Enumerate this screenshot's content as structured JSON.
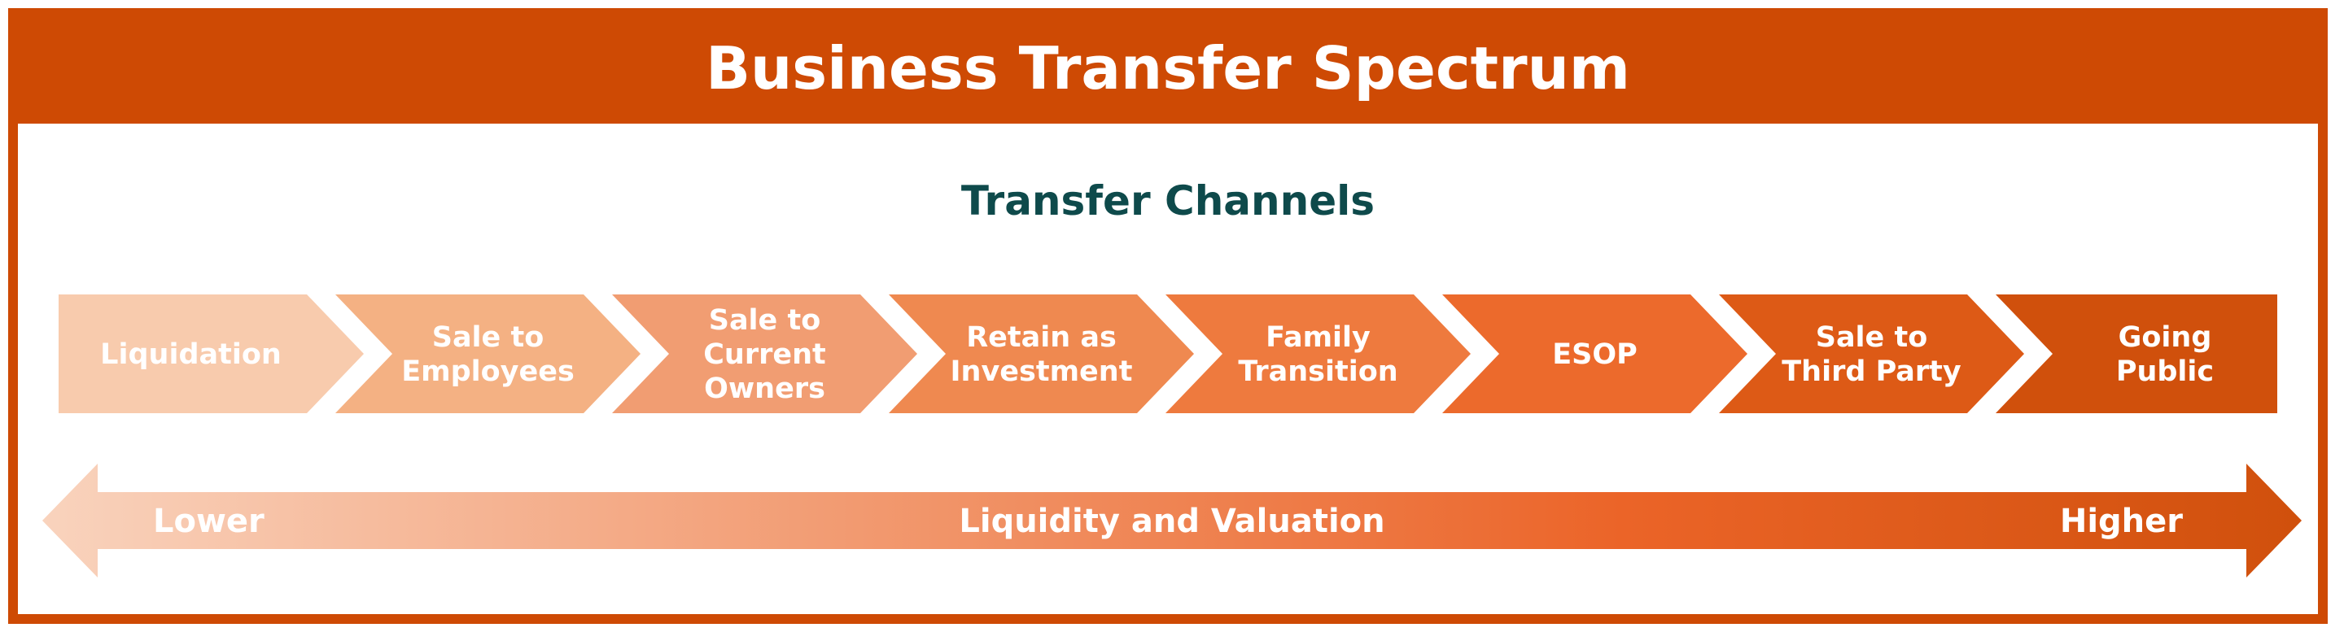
{
  "title": "Business Transfer Spectrum",
  "subtitle": "Transfer Channels",
  "colors": {
    "frame": "#CE4A04",
    "subtitle": "#0E4A4B",
    "text": "#FFFFFF",
    "gradient_start": "#F9D3BD",
    "gradient_mid": "#EB6428",
    "gradient_end": "#D0500C"
  },
  "channels": [
    {
      "lines": [
        "Liquidation"
      ],
      "color": "#F8CBAD"
    },
    {
      "lines": [
        "Sale to",
        "Employees"
      ],
      "color": "#F4B183"
    },
    {
      "lines": [
        "Sale to",
        "Current",
        "Owners"
      ],
      "color": "#F19D72"
    },
    {
      "lines": [
        "Retain as",
        "Investment"
      ],
      "color": "#EF8950"
    },
    {
      "lines": [
        "Family",
        "Transition"
      ],
      "color": "#EE7A3E"
    },
    {
      "lines": [
        "ESOP"
      ],
      "color": "#EC6A2C"
    },
    {
      "lines": [
        "Sale to",
        "Third Party"
      ],
      "color": "#DD5A16"
    },
    {
      "lines": [
        "Going",
        "Public"
      ],
      "color": "#D0500C"
    }
  ],
  "spectrum": {
    "low_label": "Lower",
    "center_label": "Liquidity and Valuation",
    "high_label": "Higher"
  }
}
